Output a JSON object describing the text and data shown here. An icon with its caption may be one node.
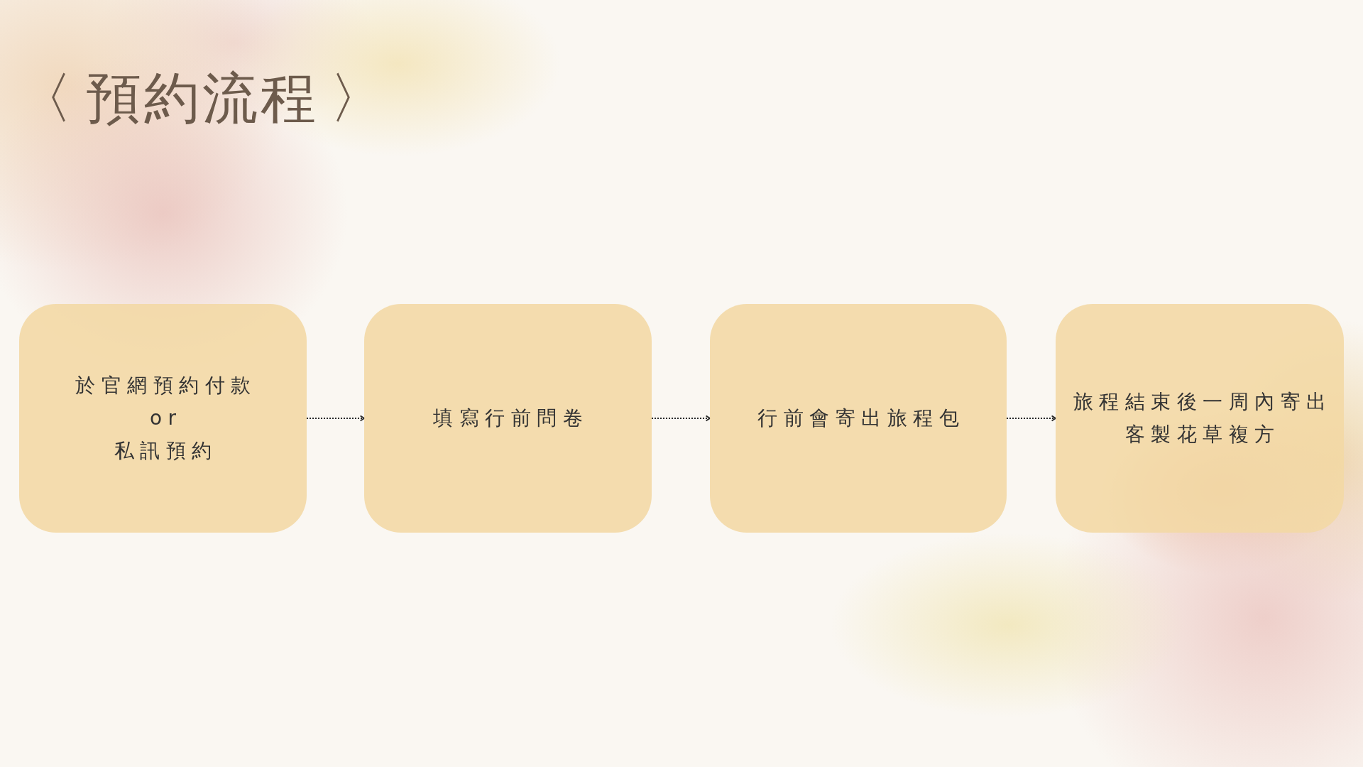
{
  "diagram": {
    "title": "〈 預約流程 〉",
    "nodes": [
      {
        "text": [
          "於官網預約付款 or 私訊預約"
        ]
      },
      {
        "text": [
          "填寫行前問卷"
        ]
      },
      {
        "text": [
          "行前會寄出旅程包"
        ]
      },
      {
        "text": [
          "旅程結束後一周內寄出客製花草複方"
        ]
      }
    ],
    "edges": [
      {
        "from": 0,
        "to": 1,
        "arrow": "to"
      },
      {
        "from": 1,
        "to": 2,
        "arrow": "to"
      },
      {
        "from": 2,
        "to": 3,
        "arrow": "to"
      }
    ]
  }
}
